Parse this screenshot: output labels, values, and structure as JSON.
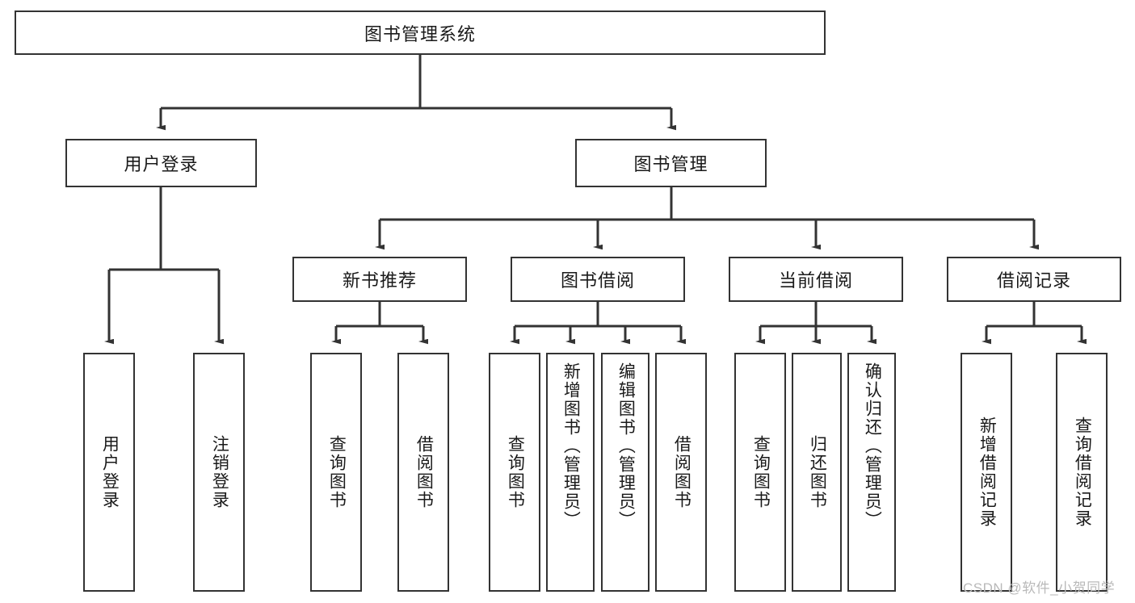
{
  "diagram": {
    "type": "tree-hierarchy",
    "title_node": "图书管理系统",
    "watermark": "CSDN @软件_小贺同学",
    "colors": {
      "stroke": "#333333",
      "fill": "#ffffff",
      "text": "#1a1a1a",
      "watermark": "#b9b9b9"
    },
    "levels": {
      "root": "图书管理系统",
      "level2": [
        "用户登录",
        "图书管理"
      ],
      "level3": [
        "新书推荐",
        "图书借阅",
        "当前借阅",
        "借阅记录"
      ]
    },
    "nodes": {
      "root": {
        "label": "图书管理系统"
      },
      "user_login": {
        "label": "用户登录"
      },
      "book_manage": {
        "label": "图书管理"
      },
      "new_book_rec": {
        "label": "新书推荐"
      },
      "book_borrow": {
        "label": "图书借阅"
      },
      "current_borrow": {
        "label": "当前借阅"
      },
      "borrow_record": {
        "label": "借阅记录"
      },
      "leaf_user_login": {
        "label": "用户登录"
      },
      "leaf_logout": {
        "label": "注销登录"
      },
      "leaf_query_book_1": {
        "label": "查询图书"
      },
      "leaf_borrow_book_1": {
        "label": "借阅图书"
      },
      "leaf_query_book_2": {
        "label": "查询图书"
      },
      "leaf_add_book": {
        "label": "新增图书（管理员）"
      },
      "leaf_edit_book": {
        "label": "编辑图书（管理员）"
      },
      "leaf_borrow_book_2": {
        "label": "借阅图书"
      },
      "leaf_query_book_3": {
        "label": "查询图书"
      },
      "leaf_return_book": {
        "label": "归还图书"
      },
      "leaf_confirm_return": {
        "label": "确认归还（管理员）"
      },
      "leaf_add_record": {
        "label": "新增借阅记录"
      },
      "leaf_query_record": {
        "label": "查询借阅记录"
      }
    },
    "edges": [
      {
        "from": "root",
        "to": "user_login"
      },
      {
        "from": "root",
        "to": "book_manage"
      },
      {
        "from": "user_login",
        "to": "leaf_user_login"
      },
      {
        "from": "user_login",
        "to": "leaf_logout"
      },
      {
        "from": "book_manage",
        "to": "new_book_rec"
      },
      {
        "from": "book_manage",
        "to": "book_borrow"
      },
      {
        "from": "book_manage",
        "to": "current_borrow"
      },
      {
        "from": "book_manage",
        "to": "borrow_record"
      },
      {
        "from": "new_book_rec",
        "to": "leaf_query_book_1"
      },
      {
        "from": "new_book_rec",
        "to": "leaf_borrow_book_1"
      },
      {
        "from": "book_borrow",
        "to": "leaf_query_book_2"
      },
      {
        "from": "book_borrow",
        "to": "leaf_add_book"
      },
      {
        "from": "book_borrow",
        "to": "leaf_edit_book"
      },
      {
        "from": "book_borrow",
        "to": "leaf_borrow_book_2"
      },
      {
        "from": "current_borrow",
        "to": "leaf_query_book_3"
      },
      {
        "from": "current_borrow",
        "to": "leaf_return_book"
      },
      {
        "from": "current_borrow",
        "to": "leaf_confirm_return"
      },
      {
        "from": "borrow_record",
        "to": "leaf_add_record"
      },
      {
        "from": "borrow_record",
        "to": "leaf_query_record"
      }
    ]
  }
}
